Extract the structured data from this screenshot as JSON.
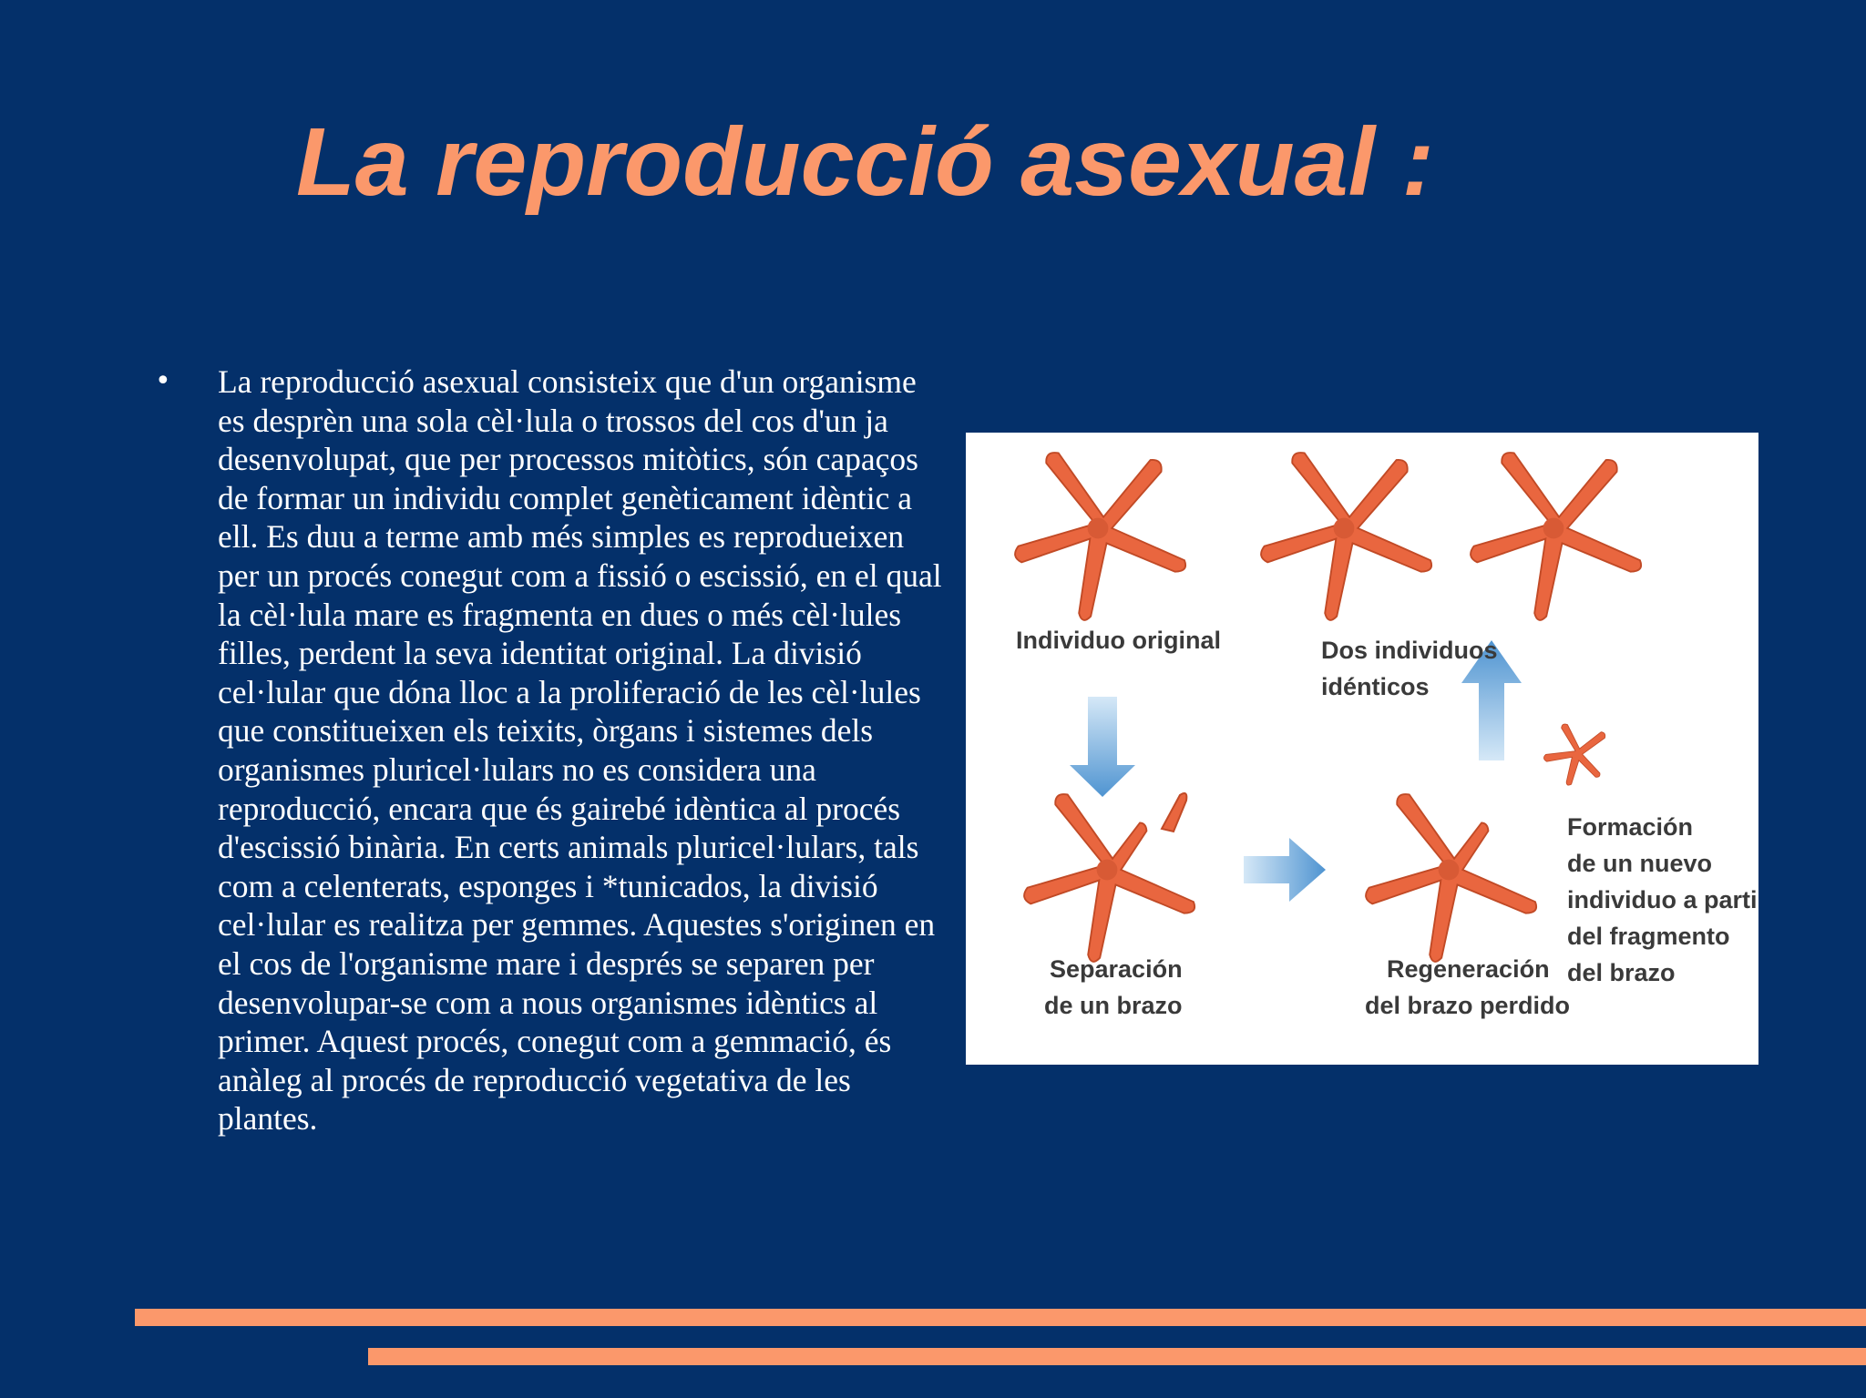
{
  "slide": {
    "title": "La reproducció asexual :",
    "bullets": [
      {
        "marker": "•",
        "text": "La reproducció asexual consisteix que d'un organisme es desprèn una sola cèl·lula o trossos del cos d'un ja desenvolupat, que per processos mitòtics, són capaços de formar un individu complet genèticament idèntic a ell. Es duu a terme amb més simples es reprodueixen per un procés conegut com a fissió o escissió, en el qual la cèl·lula mare es fragmenta en dues o més cèl·lules filles, perdent la seva identitat original. La divisió cel·lular que dóna lloc a la proliferació de les cèl·lules que constitueixen els teixits, òrgans i sistemes dels organismes pluricel·lulars no es considera una reproducció, encara que és gairebé idèntica al procés d'escissió binària. En certs animals pluricel·lulars, tals com a celenterats, esponges i *tunicados, la divisió cel·lular es realitza per gemmes. Aquestes s'originen en el cos de l'organisme mare i després se separen per desenvolupar-se com a nous organismes idèntics al primer. Aquest procés, conegut com a gemmació, és anàleg al procés de reproducció vegetativa de les plantes."
      }
    ]
  },
  "figure": {
    "labels": {
      "original": "Individuo original",
      "identical_1": "Dos individuos",
      "identical_2": "idénticos",
      "separation_1": "Separación",
      "separation_2": "de un brazo",
      "regeneration_1": "Regeneración",
      "regeneration_2": "del brazo perdido",
      "formation_1": "Formación",
      "formation_2": "de un nuevo",
      "formation_3": "individuo a partir",
      "formation_4": "del fragmento",
      "formation_5": "del brazo"
    }
  },
  "colors": {
    "background": "#04306a",
    "accent": "#fb986b",
    "starfish": "#e9663f",
    "arrow": "#5fa2d8"
  }
}
